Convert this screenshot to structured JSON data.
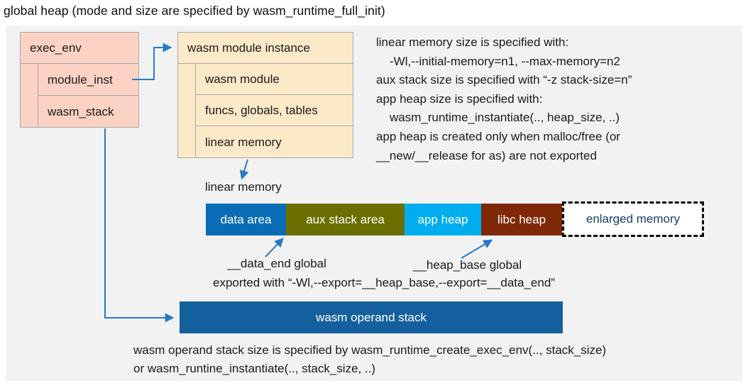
{
  "title": "global heap (mode and size are specified by wasm_runtime_full_init)",
  "exec_env": {
    "header": "exec_env",
    "rows": [
      "module_inst",
      "wasm_stack"
    ]
  },
  "module_instance": {
    "header": "wasm module instance",
    "rows": [
      "wasm module",
      "funcs, globals, tables",
      "linear memory"
    ]
  },
  "notes_right": {
    "lines": [
      "linear memory size is specified with:",
      "-Wl,--initial-memory=n1, --max-memory=n2",
      "aux stack size is specified with “-z stack-size=n”",
      "app heap size is specified with:",
      "wasm_runtime_instantiate(.., heap_size, ..)",
      "app heap is created only when malloc/free (or",
      "__new/__release for as) are not exported"
    ]
  },
  "linear_memory": {
    "label": "linear memory",
    "segments": [
      {
        "label": "data area",
        "color": "#0a6cb5"
      },
      {
        "label": "aux stack area",
        "color": "#6a6f00"
      },
      {
        "label": "app heap",
        "color": "#00aeef"
      },
      {
        "label": "libc heap",
        "color": "#7e2807"
      }
    ],
    "enlarged": {
      "label": "enlarged memory",
      "text_color": "#1a3e6e"
    }
  },
  "annotations": {
    "data_end": "__data_end global",
    "heap_base": "__heap_base global",
    "exported": "exported with “-Wl,--export=__heap_base,--export=__data_end”"
  },
  "operand_stack": {
    "label": "wasm operand stack",
    "color": "#14609e"
  },
  "notes_bottom": {
    "lines": [
      "wasm operand stack size is specified by wasm_runtime_create_exec_env(.., stack_size)",
      "or wasm_runtine_instantiate(.., stack_size, ..)"
    ]
  },
  "colors": {
    "panel_bg": "#f2f2f2",
    "exec_env_fill": "#fbd2c3",
    "module_instance_fill": "#fce9c8",
    "box_border": "#a9a9a9",
    "arrow_blue": "#2879c8",
    "enlarged_border": "#000000"
  }
}
